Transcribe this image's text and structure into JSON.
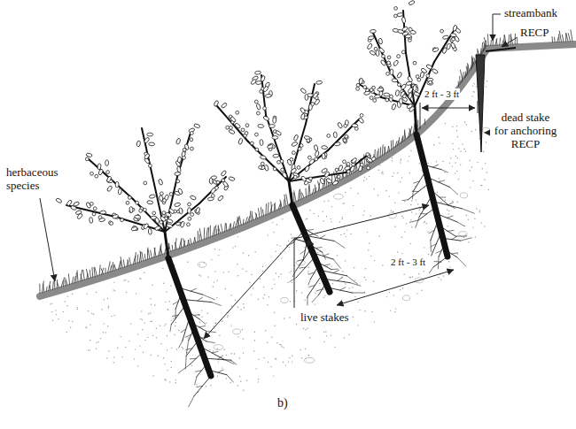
{
  "diagram": {
    "caption": "b)",
    "labels": [
      "streambank",
      "RECP",
      "2 ft - 3 ft",
      "dead stake for anchoring RECP",
      "herbaceous species",
      "2 ft - 3 ft",
      "live stakes"
    ]
  }
}
